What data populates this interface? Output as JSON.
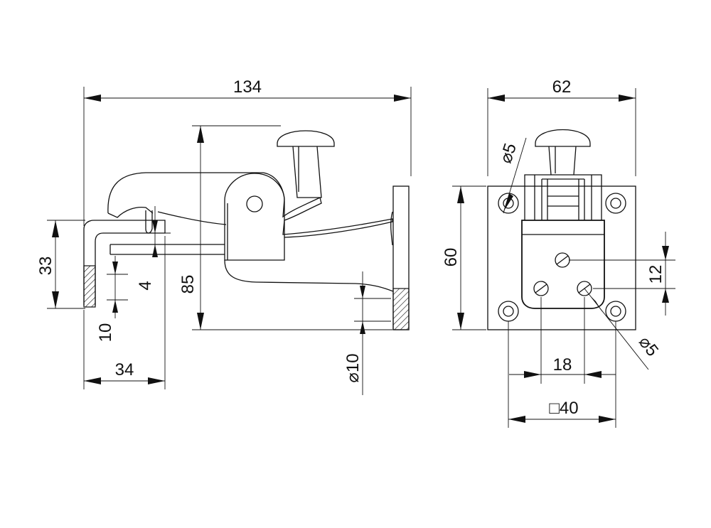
{
  "dimensions": {
    "overall_length": "134",
    "height": "85",
    "arm_height": "33",
    "arm_length": "34",
    "gap": "4",
    "thickness": "10",
    "hole_diameter": "⌀10",
    "plate_width": "62",
    "plate_height": "60",
    "pin_diameter_top": "⌀5",
    "pin_diameter_bottom": "⌀5",
    "pin_offset": "12",
    "pin_spacing": "18",
    "hole_square": "□40"
  },
  "colors": {
    "line": "#111111",
    "background": "#ffffff"
  }
}
